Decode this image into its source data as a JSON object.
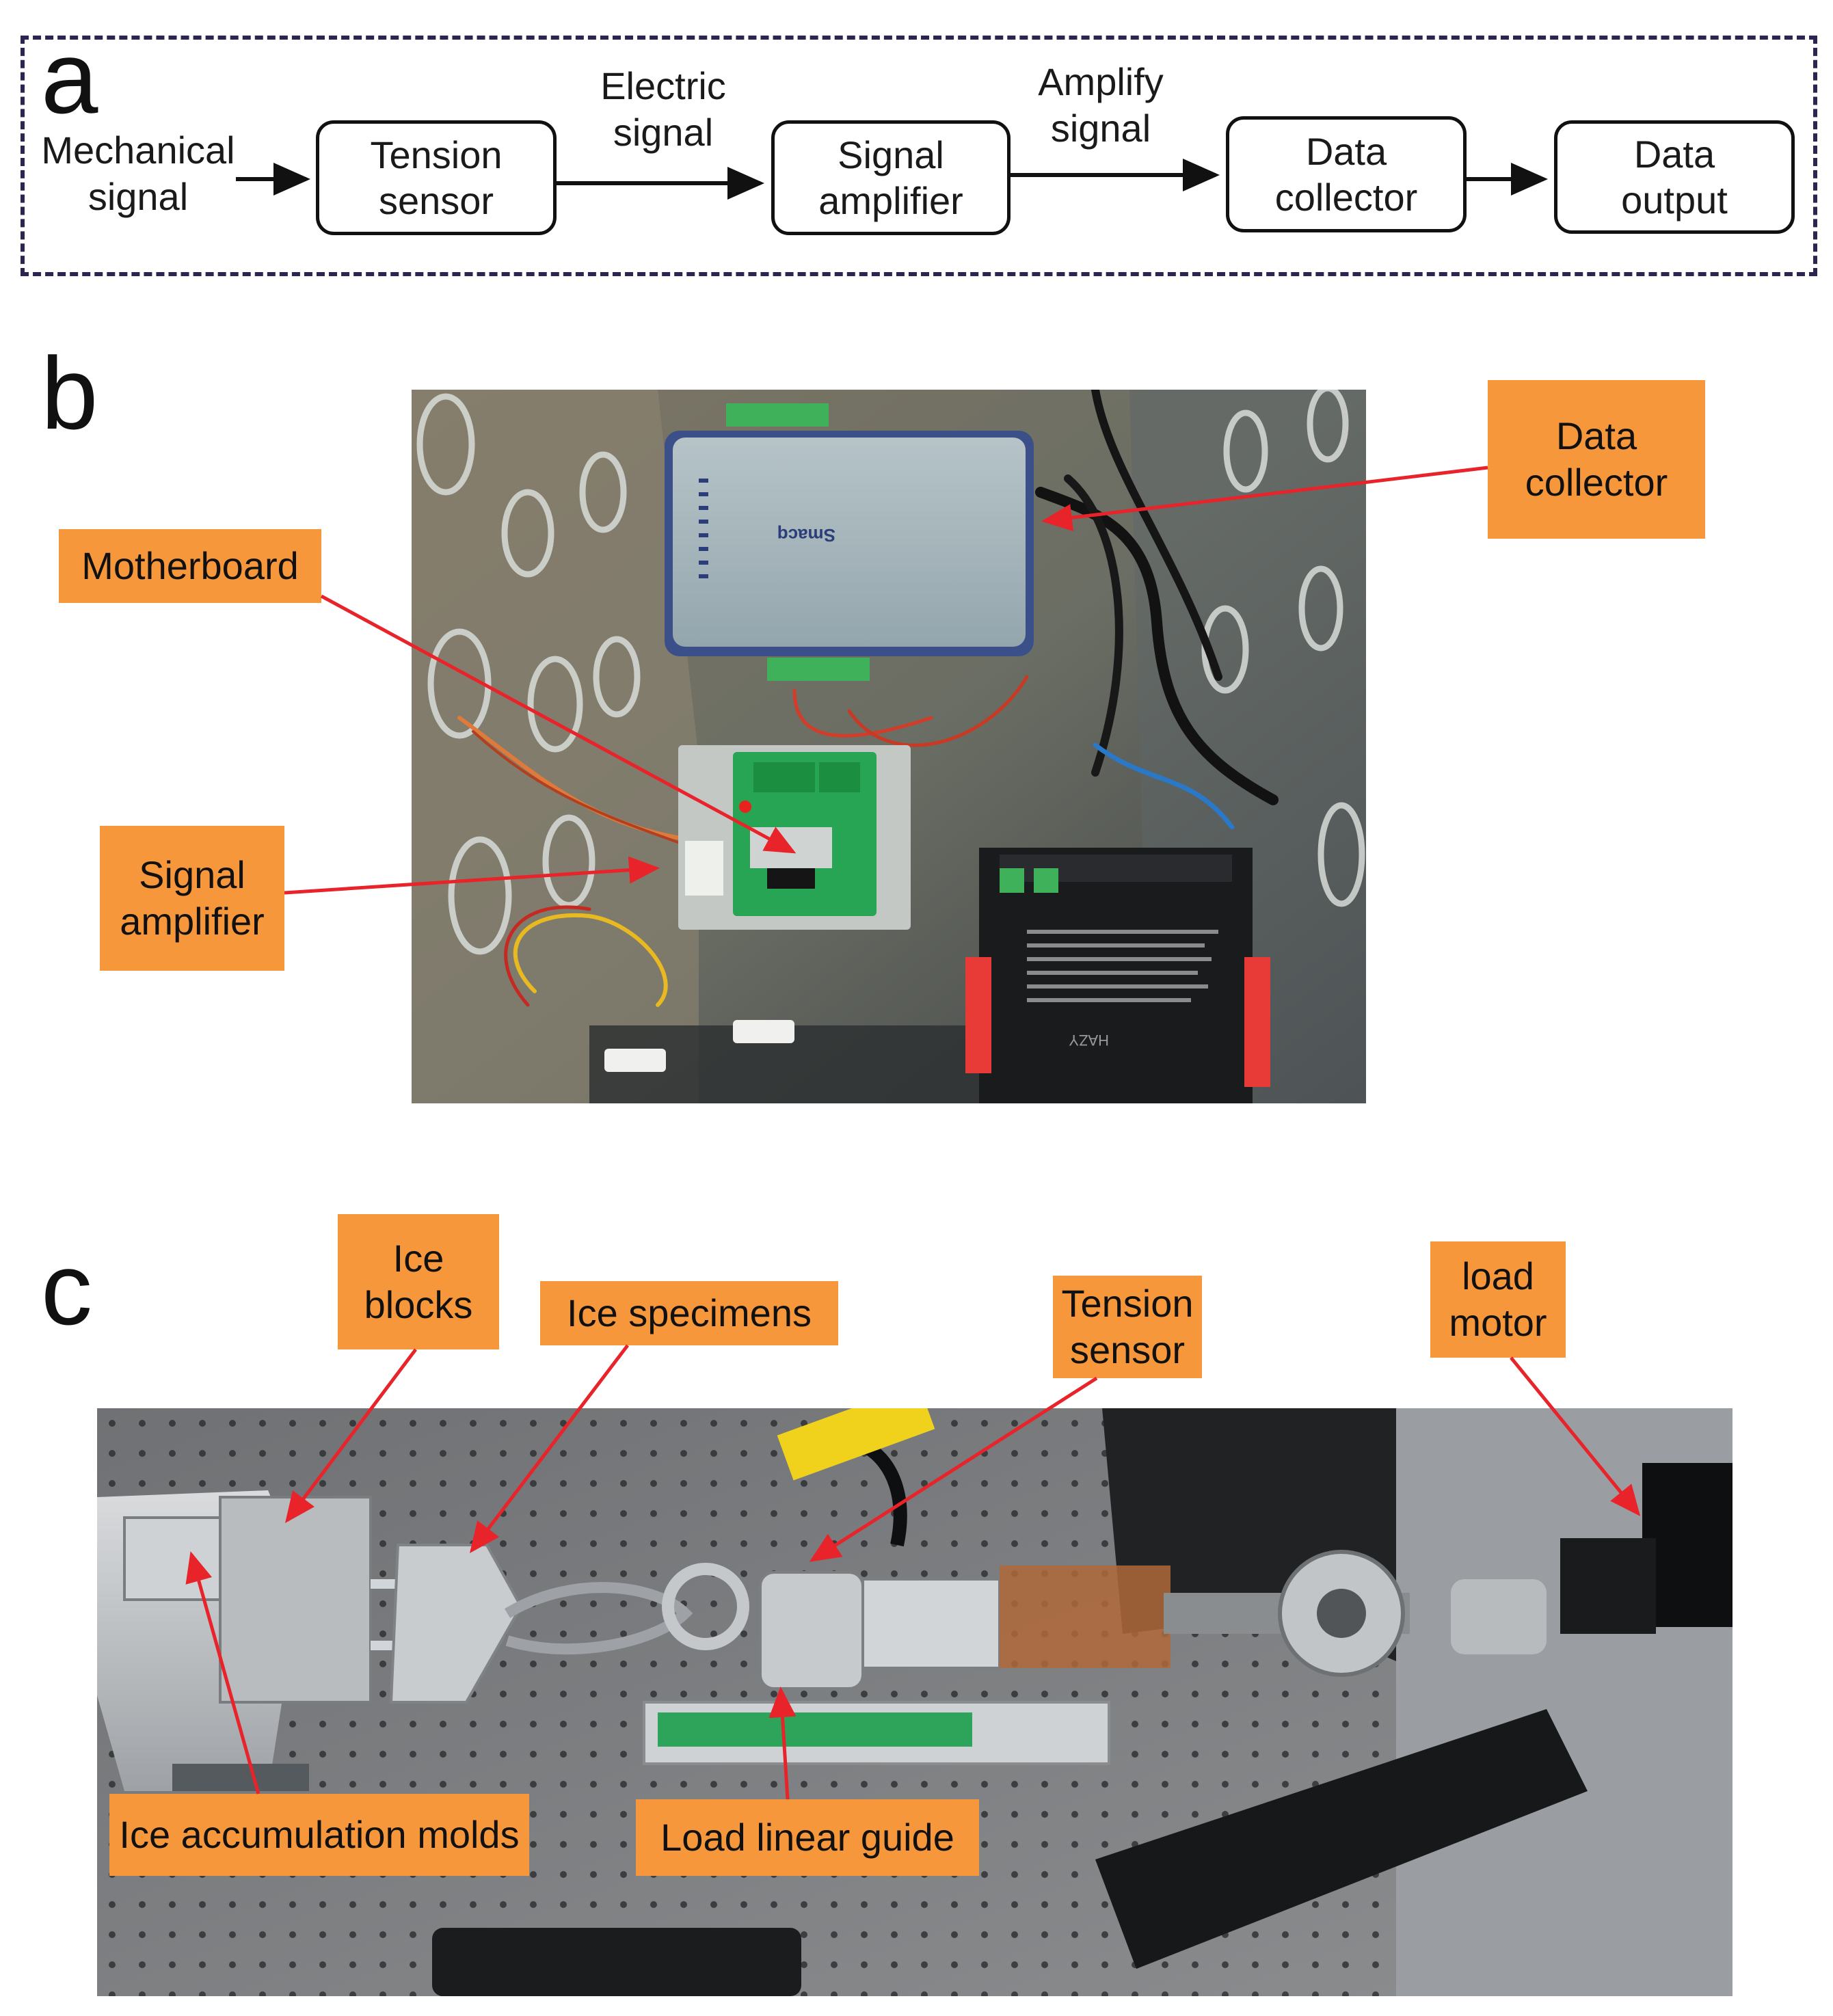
{
  "panels": {
    "a": "a",
    "b": "b",
    "c": "c"
  },
  "flow": {
    "input_label": "Mechanical\nsignal",
    "boxes": [
      "Tension\nsensor",
      "Signal\namplifier",
      "Data\ncollector",
      "Data\noutput"
    ],
    "edge_labels": [
      "Electric\nsignal",
      "Amplify\nsignal"
    ]
  },
  "photo_b": {
    "description_hidden": "",
    "callouts": {
      "data_collector": "Data\ncollector",
      "motherboard": "Motherboard",
      "signal_amplifier": "Signal\namplifier"
    },
    "device_brand": "Smacq",
    "controller_brand": "HAZY"
  },
  "photo_c": {
    "callouts": {
      "ice_blocks": "Ice\nblocks",
      "ice_specimens": "Ice specimens",
      "tension_sensor": "Tension\nsensor",
      "load_motor": "load\nmotor",
      "ice_accumulation_molds": "Ice accumulation molds",
      "load_linear_guide": "Load linear guide"
    }
  },
  "colors": {
    "callout_fill": "#f7973c",
    "arrow_red": "#e8232a",
    "frame_dash": "#2b2650"
  }
}
